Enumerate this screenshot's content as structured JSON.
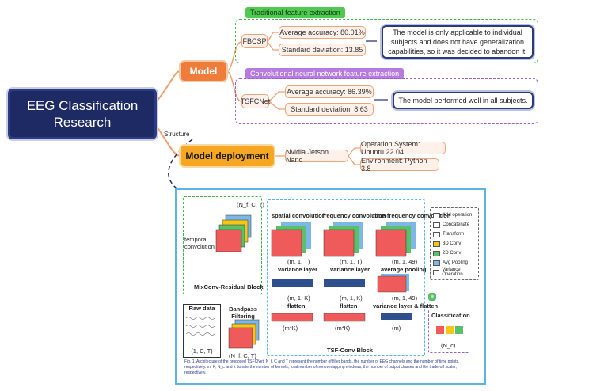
{
  "root": {
    "line1": "EEG Classification",
    "line2": "Research"
  },
  "branches": {
    "model": "Model",
    "deployment": "Model deployment",
    "structure_label": "Structure"
  },
  "traditional": {
    "tag": "Traditional feature extraction",
    "method": "FBCSP",
    "metrics": [
      "Average accuracy: 80.01%",
      "Standard deviation: 13.85"
    ],
    "note": "The model is only applicable to individual subjects and does not have generalization capabilities, so it was decided to abandon it."
  },
  "cnn": {
    "tag": "Convolutional neural network feature extraction",
    "method": "TSFCNet",
    "metrics": [
      "Average accuracy: 86.39%",
      "Standard deviation: 8.63"
    ],
    "note": "The model performed well in all subjects."
  },
  "deployment": {
    "device": "Nvidia Jetson Nano",
    "os": "Operation System: Ubuntu 22.04",
    "env": "Environment: Python 3.8"
  },
  "figure": {
    "mixconv_label": "MixConv-Residual Block",
    "temporal_label": "temporal convolution",
    "shape_top": "(N_f, C, T)",
    "raw_label": "Raw data",
    "raw_shape": "(1, C, T)",
    "bandpass_label": "Bandpass Filtering",
    "bandpass_shape": "(N_f, C, T)",
    "tsf_label": "TSF-Conv Block",
    "col_titles": [
      "spatial convolution",
      "frequency convolution",
      "time-frequency convolution"
    ],
    "shapes_row1": [
      "(m, 1, T)",
      "(m, 1, T)",
      "(m, 1, 49)"
    ],
    "row2_labels": [
      "variance layer",
      "variance layer",
      "average pooling"
    ],
    "shapes_row2": [
      "(m, 1, K)",
      "(m, 1, K)",
      "(m, 1, 49)"
    ],
    "row3_labels": [
      "flatten",
      "flatten",
      "variance layer & flatten"
    ],
    "shapes_row3": [
      "(m*K)",
      "(m*K)",
      "(m)"
    ],
    "legend": [
      "Add operation",
      "Concatenate",
      "Transform",
      "3D Conv",
      "2D Conv",
      "Avg Pooling",
      "Variance Operation"
    ],
    "legend_colors": [
      "#ffffff",
      "#ffffff",
      "#ffffff",
      "#f5c518",
      "#5cc06b",
      "#7db7e6",
      "#ffffff"
    ],
    "classification_label": "Classification",
    "cls_shape": "(N_c)",
    "caption": "Fig. 1. Architecture of the proposed TSFCNet. N_f, C and T represent the number of filter bands, the number of EEG channels and the number of time points, respectively. m, K, N_c and λ donate the number of kernels, total number of nonoverlapping windows, the number of output classes and the trade-off scalar, respectively."
  },
  "colors": {
    "root": "#1e2a64",
    "branch": "#ee7d3b",
    "deploy": "#f5a623",
    "green": "#3cb44b",
    "purple": "#a05cc8",
    "figure_border": "#5bb4e8"
  }
}
